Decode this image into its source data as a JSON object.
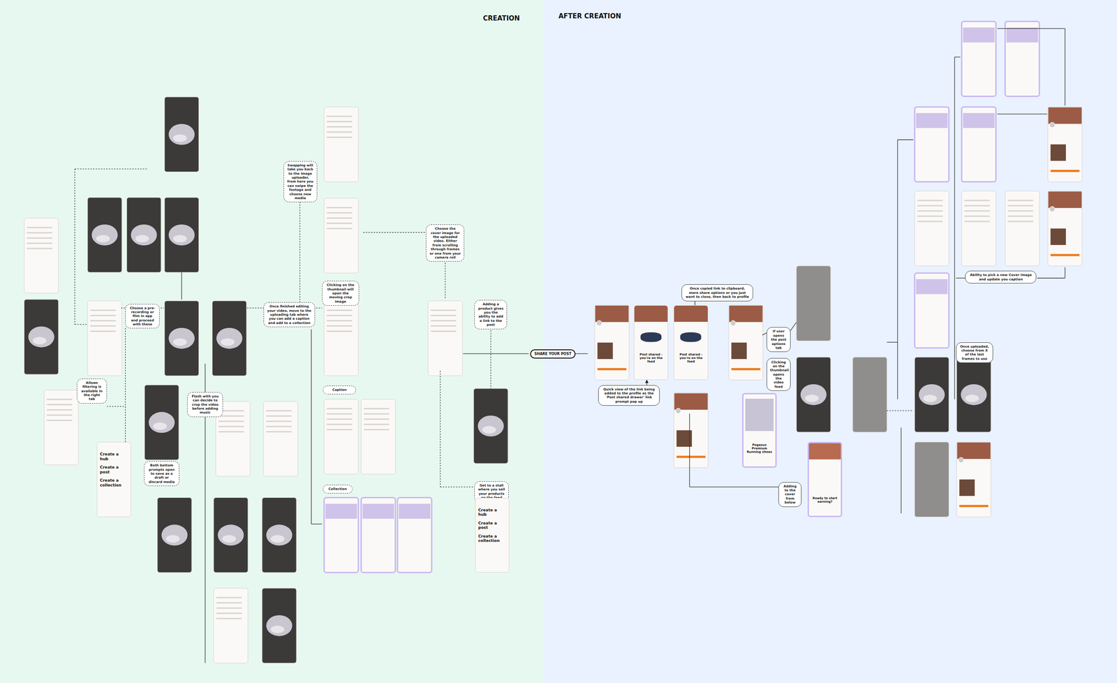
{
  "diagram": {
    "nodes": [
      {
        "text": [
          "Swapping will take you back to the image uploader, from here you can swipe the footage and choose new media"
        ]
      },
      {
        "text": [
          "Choose the cover image for the uploaded video. Either from scrolling through frames or one from your camera roll"
        ]
      },
      {
        "text": [
          "Clicking on the thumbnail will open the moving crop image"
        ]
      },
      {
        "text": [
          "Choose a pre-recording or film in app and proceed with these"
        ]
      },
      {
        "text": [
          "Once finished editing your video, move to the uploading tab where you can add a caption and add to a collection"
        ]
      },
      {
        "text": [
          "Adding a product gives you the ability to add a link to the post"
        ]
      },
      {
        "text": [
          "Allows filtering is available in the right tab"
        ]
      },
      {
        "text": [
          "Flash with you can decide to crop the video before adding music"
        ]
      },
      {
        "text": [
          "Both bottom prompts open to save as a draft or discard media"
        ]
      },
      {
        "text": [
          "Caption"
        ]
      },
      {
        "text": [
          "Collection"
        ]
      },
      {
        "text": [
          "Get to a stall where you sell your products on the feed"
        ]
      },
      {
        "text": [
          "SHARE YOUR POST"
        ]
      },
      {
        "text": [
          "Once copied link to clipboard, more share options or you just want to close, then back to profile"
        ]
      },
      {
        "text": [
          "Quick view of the link being added to the profile as the 'Post shared drawer' link prompt pop up"
        ]
      },
      {
        "text": [
          "If user opens the post options tab"
        ]
      },
      {
        "text": [
          "Clicking on the thumbnail opens the video feed"
        ]
      },
      {
        "text": [
          "Adding to the cover from below"
        ]
      },
      {
        "text": [
          "Ability to pick a new Cover image and update you caption"
        ]
      },
      {
        "text": [
          "Once uploaded, choose from X of the last frames to use"
        ]
      },
      {
        "text": [
          "Create a hub",
          "Create a post",
          "Create a collection"
        ]
      },
      {
        "text": [
          "Create a hub",
          "Create a post",
          "Create a collection"
        ]
      },
      {
        "text": [
          "Post shared - you're on the feed"
        ]
      },
      {
        "text": [
          "Post shared - you're on the feed"
        ]
      },
      {
        "text": [
          "Ready to start earning?"
        ]
      },
      {
        "text": [
          "Pegasus Premium Running shoes"
        ]
      }
    ],
    "edges": [
      {
        "from": 14,
        "to": 22,
        "arrow": "to"
      },
      {
        "from": 13,
        "to": 23,
        "arrow": "none"
      }
    ],
    "labels": [
      "CREATION",
      "AFTER CREATION"
    ]
  }
}
